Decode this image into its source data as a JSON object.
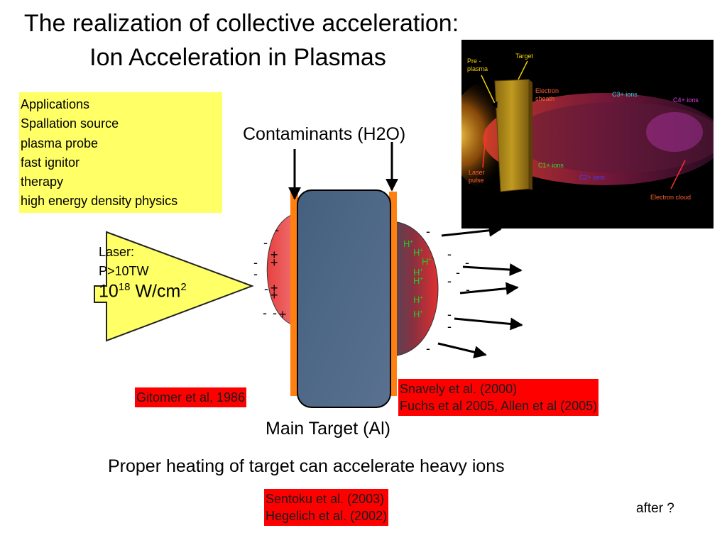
{
  "title": {
    "line1": "The realization of collective acceleration:",
    "line2": "Ion Acceleration in Plasmas"
  },
  "applications": {
    "items": [
      "Applications",
      "Spallation source",
      "plasma probe",
      "fast ignitor",
      "therapy",
      "high energy density physics"
    ]
  },
  "diagram": {
    "contaminants_label": "Contaminants (H2O)",
    "main_target_label": "Main Target (Al)",
    "laser": {
      "label": "Laser:",
      "power": "P>10TW",
      "intensity_base": "10",
      "intensity_exp": "18",
      "intensity_unit": " W/cm",
      "intensity_unit_exp": "2"
    },
    "ion_label": "H",
    "ion_charge": "+",
    "minus": "-",
    "plus": "+"
  },
  "references": {
    "gitomer": "Gitomer et al, 1986",
    "snavely": [
      "Snavely et al. (2000)",
      "Fuchs et al 2005, Allen et al (2005)"
    ],
    "sentoku": [
      "Sentoku et al. (2003)",
      "Hegelich et al. (2002)"
    ]
  },
  "caption": "Proper heating of target can accelerate heavy ions",
  "footer_note": "after ?",
  "inset": {
    "labels": {
      "preplasma": [
        "Pre -",
        "plasma"
      ],
      "target": "Target",
      "electron_sheath": [
        "Electron",
        "sheath"
      ],
      "c3": "C3+ ions",
      "c4": "C4+ ions",
      "c1": "C1+ ions",
      "c2": "C2+ ions",
      "laser_pulse": [
        "Laser",
        "pulse"
      ],
      "electron_cloud": "Electron cloud"
    }
  },
  "colors": {
    "yellow_box": "#ffff66",
    "red_box": "#ff0000",
    "laser_fill": "#ffff66",
    "contaminant_orange": "#ff7f11",
    "target_fill": "#4d6584",
    "ion_green": "#22cc22"
  }
}
